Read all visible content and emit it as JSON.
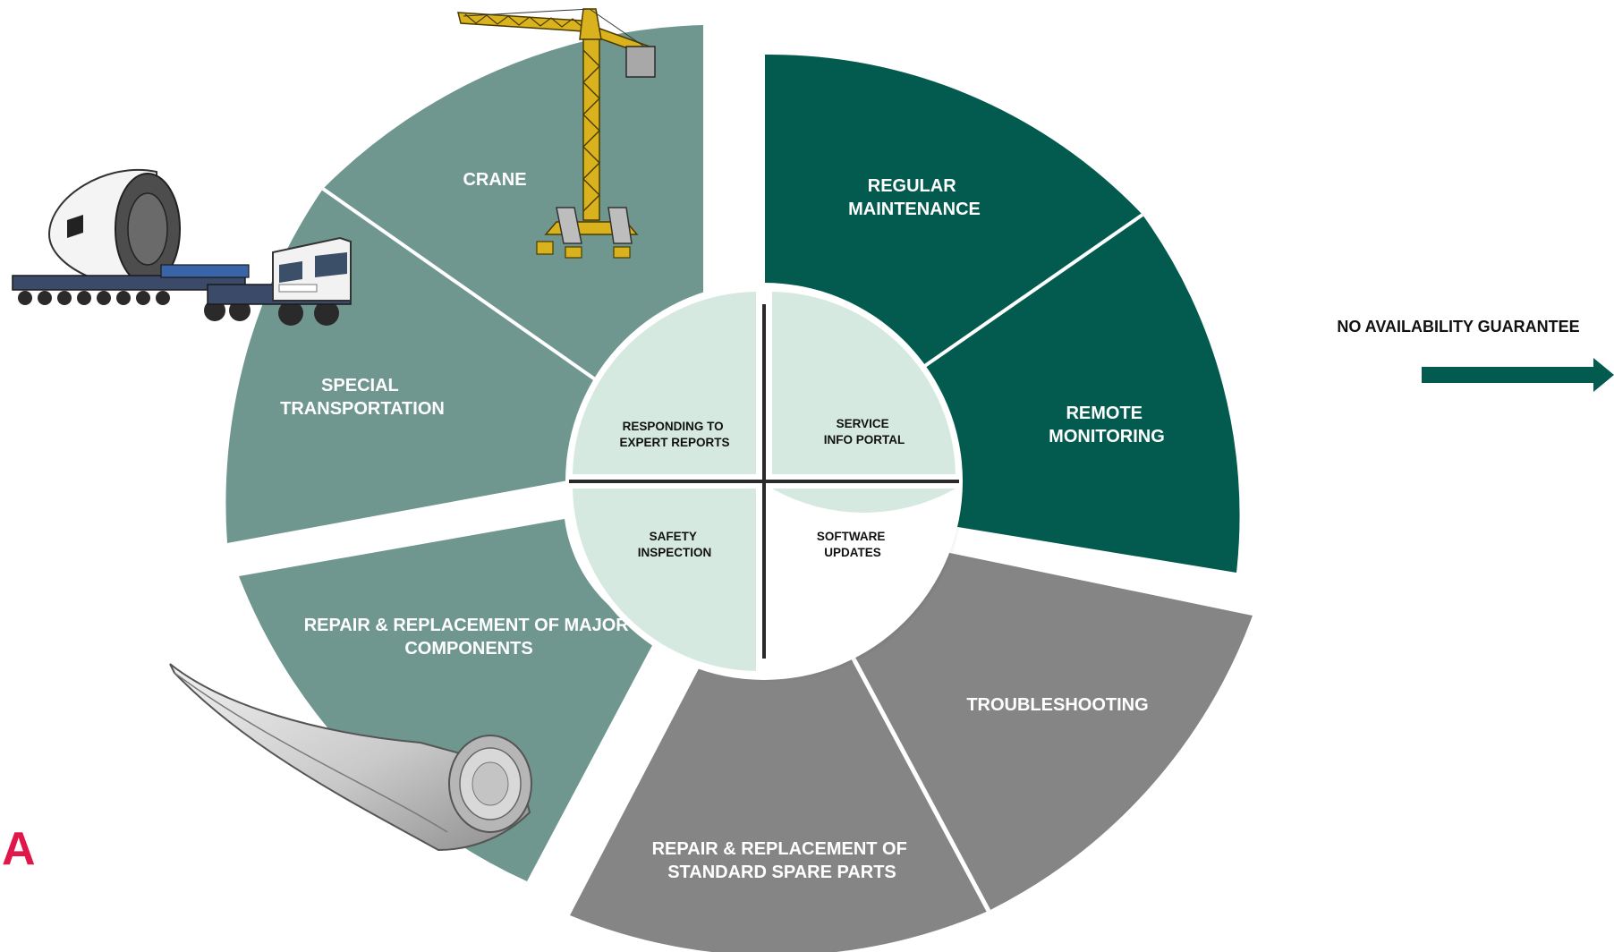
{
  "colors": {
    "upgrade_segments": "#6f978f",
    "basic_segments": "#035a4f",
    "standard_segments": "#858585",
    "center_fill": "#d6e9e1",
    "arrow": "#035a4f",
    "panel_letter": "#e0174b"
  },
  "panel_label": "A",
  "guarantee_text": "NO AVAILABILITY GUARANTEE",
  "segments": [
    {
      "id": "crane",
      "lines": [
        "CRANE"
      ],
      "group": "upgrade"
    },
    {
      "id": "special-transportation",
      "lines": [
        "SPECIAL",
        "TRANSPORTATION"
      ],
      "group": "upgrade"
    },
    {
      "id": "repair-major-components",
      "lines": [
        "REPAIR & REPLACEMENT OF MAJOR",
        "COMPONENTS"
      ],
      "group": "upgrade"
    },
    {
      "id": "regular-maintenance",
      "lines": [
        "REGULAR",
        "MAINTENANCE"
      ],
      "group": "basic"
    },
    {
      "id": "remote-monitoring",
      "lines": [
        "REMOTE",
        "MONITORING"
      ],
      "group": "basic"
    },
    {
      "id": "troubleshooting",
      "lines": [
        "TROUBLESHOOTING"
      ],
      "group": "standard"
    },
    {
      "id": "repair-standard-spare-parts",
      "lines": [
        "REPAIR & REPLACEMENT OF",
        "STANDARD SPARE PARTS"
      ],
      "group": "standard"
    }
  ],
  "center_items": [
    {
      "id": "responding-expert-reports",
      "lines": [
        "RESPONDING TO",
        "EXPERT REPORTS"
      ]
    },
    {
      "id": "service-info-portal",
      "lines": [
        "SERVICE",
        "INFO PORTAL"
      ]
    },
    {
      "id": "safety-inspection",
      "lines": [
        "SAFETY",
        "INSPECTION"
      ]
    },
    {
      "id": "software-updates",
      "lines": [
        "SOFTWARE",
        "UPDATES"
      ]
    }
  ],
  "illustrations": {
    "crane": "tower-crane-icon",
    "truck": "heavy-transport-truck-icon",
    "blade": "rotor-blade-icon"
  }
}
